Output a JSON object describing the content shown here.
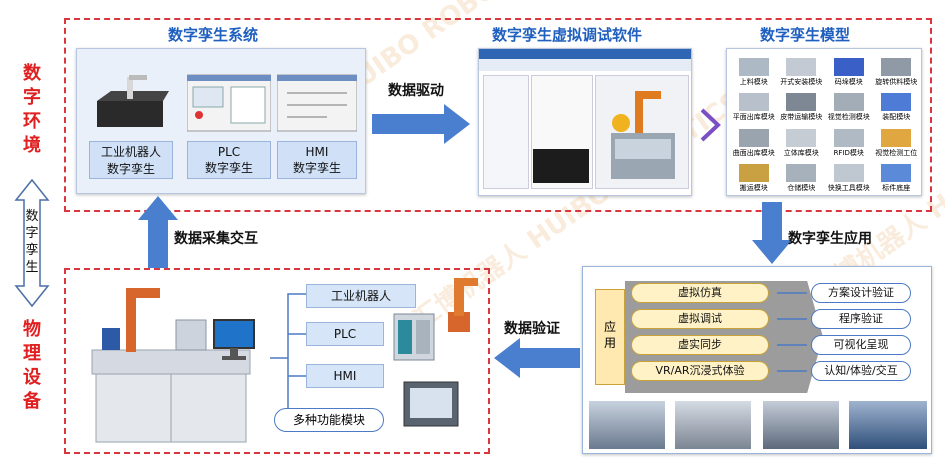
{
  "left_labels": {
    "digital_env": "数字环境",
    "twin": "数字孪生",
    "physical": "物理设备"
  },
  "twin_system": {
    "title": "数字孪生系统",
    "cards": [
      {
        "line1": "工业机器人",
        "line2": "数字孪生"
      },
      {
        "line1": "PLC",
        "line2": "数字孪生"
      },
      {
        "line1": "HMI",
        "line2": "数字孪生"
      }
    ]
  },
  "arrows": {
    "data_drive": "数据驱动",
    "data_collect": "数据采集交互",
    "twin_app": "数字孪生应用",
    "data_verify": "数据验证"
  },
  "software": {
    "title": "数字孪生虚拟调试软件"
  },
  "model": {
    "title": "数字孪生模型",
    "modules": [
      "上料模块",
      "开式安装模块",
      "码垛模块",
      "旋转供料模块",
      "平面出库模块",
      "皮带运输模块",
      "视觉检测模块",
      "装配模块",
      "曲面出库模块",
      "立体库模块",
      "RFID模块",
      "视觉检测工位",
      "搬运模块",
      "仓储模块",
      "快换工具模块",
      "标件底座"
    ]
  },
  "application": {
    "side_label": "应用",
    "items": [
      "虚拟仿真",
      "虚拟调试",
      "虚实同步",
      "VR/AR沉浸式体验"
    ],
    "results": [
      "方案设计验证",
      "程序验证",
      "可视化呈现",
      "认知/体验/交互"
    ]
  },
  "physical_equipment": {
    "items": [
      "工业机器人",
      "PLC",
      "HMI"
    ],
    "module_label": "多种功能模块"
  },
  "colors": {
    "accent": "#1f5fbf",
    "red": "#e02020",
    "arrow": "#4a7fd0"
  },
  "watermark": "汇博机器人 HUIBO ROBOTICS"
}
